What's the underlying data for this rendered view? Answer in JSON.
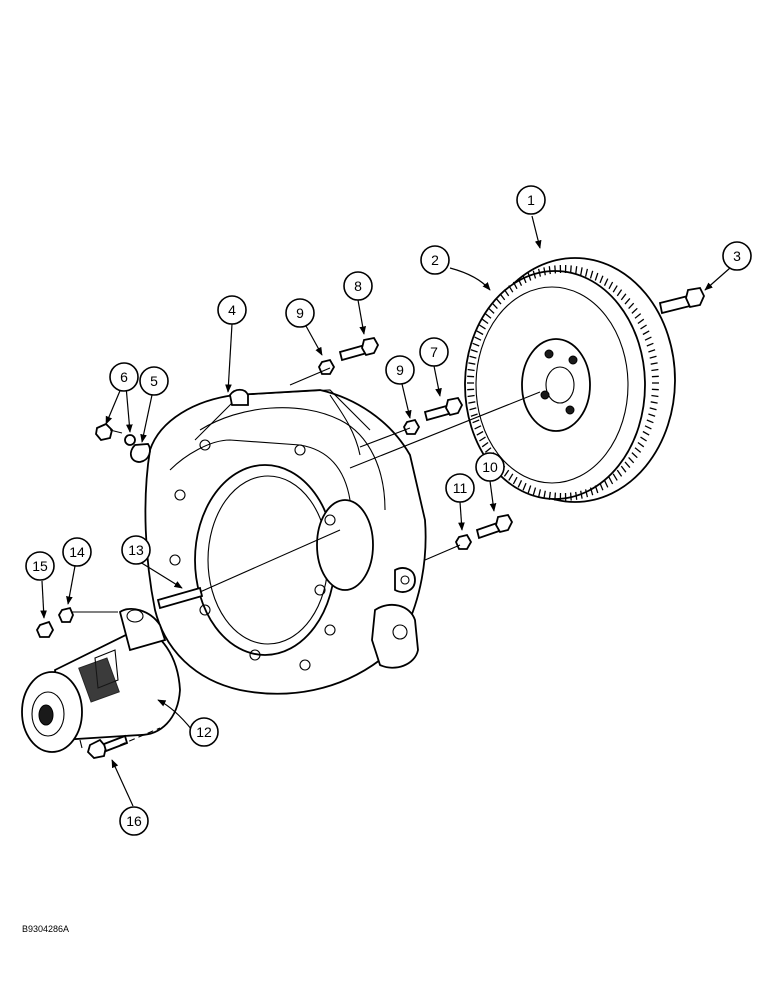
{
  "figure_id": "B9304286A",
  "callouts": [
    "1",
    "2",
    "3",
    "4",
    "5",
    "6",
    "7",
    "8",
    "9",
    "9",
    "10",
    "11",
    "12",
    "13",
    "14",
    "15",
    "16"
  ],
  "parts": {
    "flywheel": "flywheel-ring-gear",
    "housing": "flywheel-housing",
    "starter": "starter-motor"
  }
}
